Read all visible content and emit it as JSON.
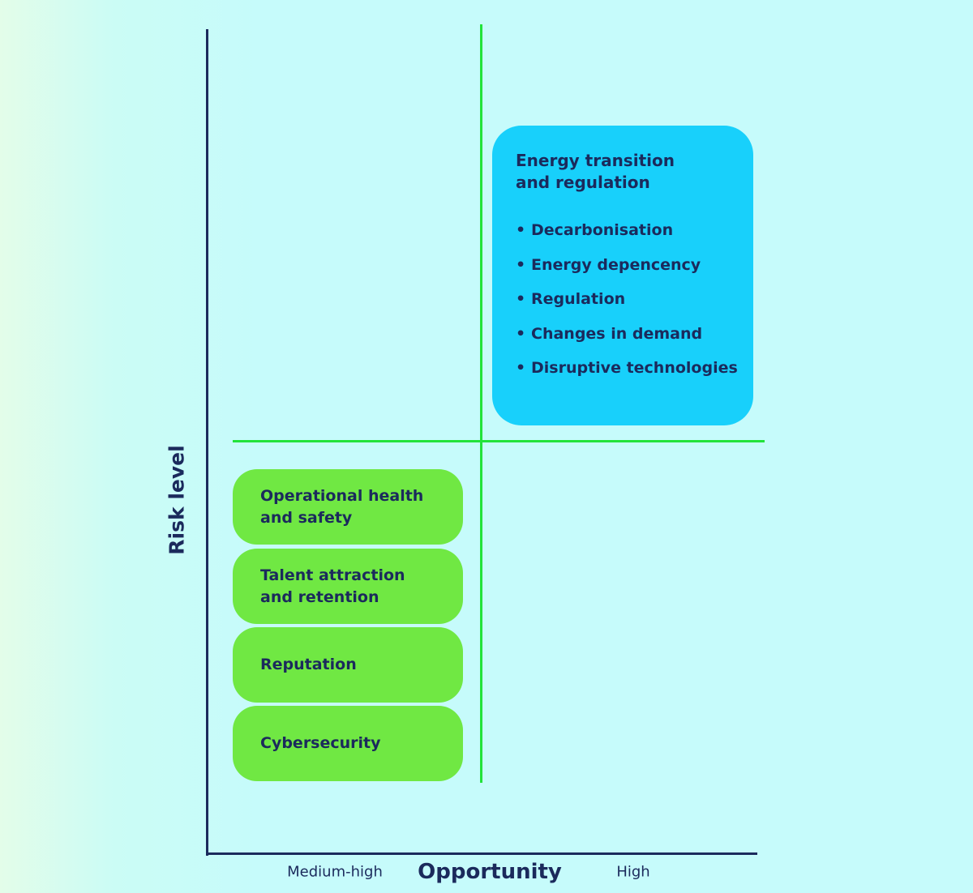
{
  "axes": {
    "y_label": "Risk level",
    "x_label": "Opportunity",
    "x_ticks": [
      "Medium-high",
      "High"
    ]
  },
  "high_quadrant": {
    "title": "Energy transition\nand regulation",
    "items": [
      "Decarbonisation",
      "Energy depencency",
      "Regulation",
      "Changes in demand",
      "Disruptive technologies"
    ],
    "bullet": "•"
  },
  "medium_quadrant": {
    "items": [
      "Operational health\nand safety",
      "Talent attraction\nand retention",
      "Reputation",
      "Cybersecurity"
    ]
  },
  "colors": {
    "text": "#1b2a5c",
    "axis": "#1b2a5c",
    "divider": "#22e33a",
    "high_box": "#18d0fb",
    "medium_box": "#70e843",
    "background": "#c6fbfb"
  }
}
